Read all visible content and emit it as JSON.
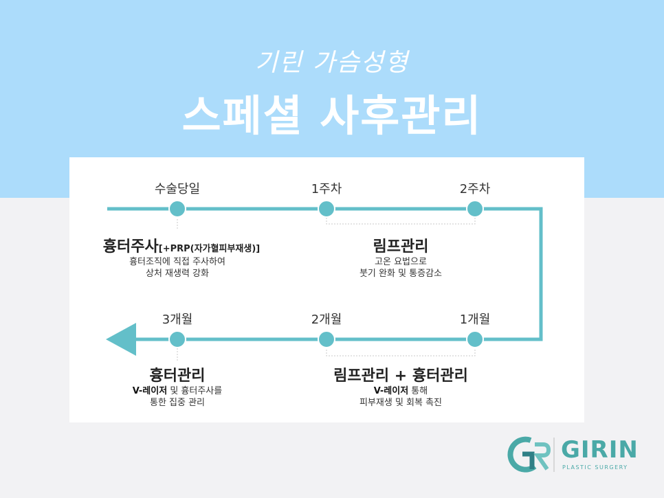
{
  "header": {
    "subtitle": "기린 가슴성형",
    "title": "스페셜 사후관리"
  },
  "colors": {
    "top_band": "#acdcfb",
    "background": "#f2f2f4",
    "card": "#ffffff",
    "timeline": "#63bfc9",
    "brand": "#4aa9a7"
  },
  "timeline": {
    "top_row": {
      "labels": [
        "수술당일",
        "1주차",
        "2주차"
      ],
      "sections": [
        {
          "heading": "흉터주사",
          "heading_suffix": "[+PRP(자가혈피부재생)]",
          "desc_line1": "흉터조직에 직접 주사하여",
          "desc_line2": "상처 재생력 강화"
        },
        {
          "heading": "림프관리",
          "desc_line1": "고온 요법으로",
          "desc_line2": "붓기 완화 및 통증감소"
        }
      ]
    },
    "bottom_row": {
      "labels": [
        "3개월",
        "2개월",
        "1개월"
      ],
      "sections": [
        {
          "heading": "흉터관리",
          "desc_line1_bold": "V-레이저",
          "desc_line1_rest": " 및 흉터주사를",
          "desc_line2": "통한 집중 관리"
        },
        {
          "heading": "림프관리 + 흉터관리",
          "desc_line1_bold": "V-레이저",
          "desc_line1_rest": " 통해",
          "desc_line2": "피부재생 및 회복 촉진"
        }
      ]
    }
  },
  "logo": {
    "mark": "GR",
    "name": "GIRIN",
    "tagline": "PLASTIC SURGERY"
  }
}
